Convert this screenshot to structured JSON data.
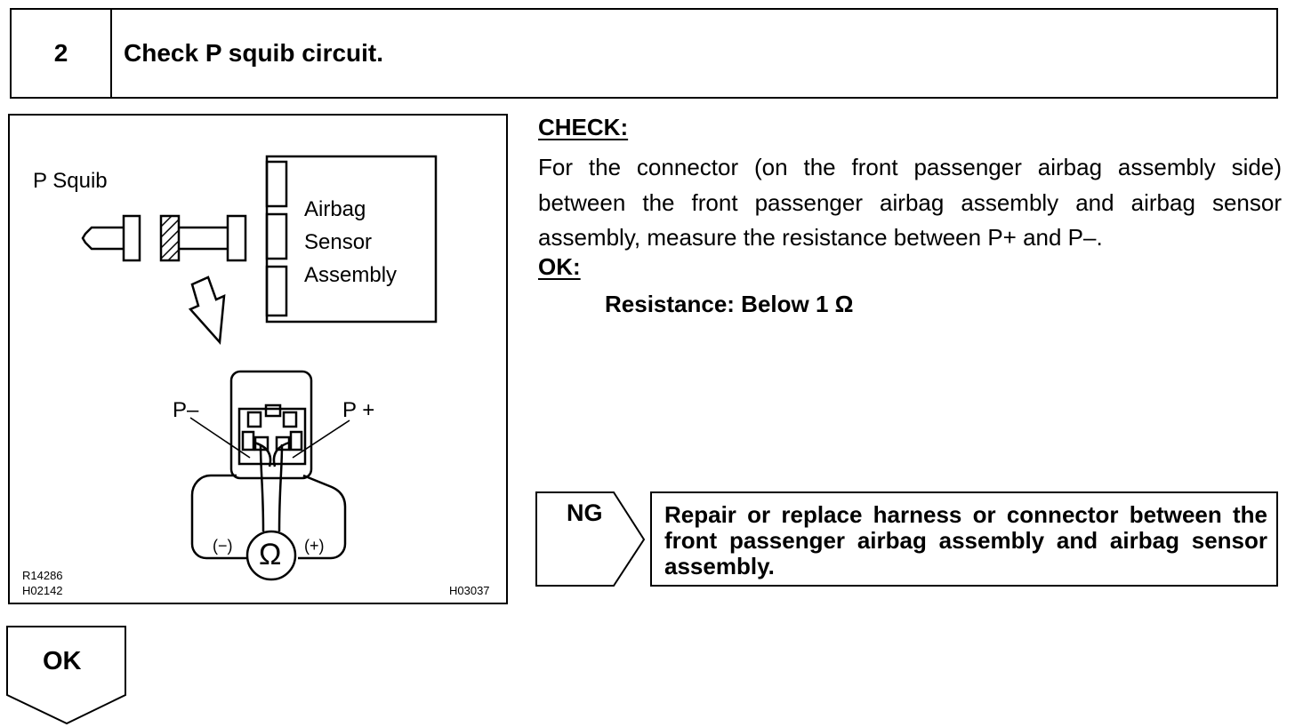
{
  "step": {
    "number": "2",
    "title": "Check P squib circuit."
  },
  "diagram": {
    "p_squib_label": "P Squib",
    "sensor_label_line1": "Airbag",
    "sensor_label_line2": "Sensor",
    "sensor_label_line3": "Assembly",
    "p_minus_label": "P–",
    "p_plus_label": "P +",
    "minus_symbol": "(−)",
    "plus_symbol": "(+)",
    "ohm_symbol": "Ω",
    "code_1": "R14286",
    "code_2": "H02142",
    "code_3": "H03037"
  },
  "check": {
    "heading": "CHECK:",
    "text": "For the connector (on the front passenger airbag assembly side) between the front passenger airbag assembly and airbag sensor assembly, measure the resistance between P+ and P–."
  },
  "ok": {
    "heading": "OK:",
    "text": "Resistance: Below 1 Ω"
  },
  "ng": {
    "label": "NG",
    "text": "Repair or replace harness or connector between the front passenger airbag assembly and airbag sensor assembly."
  },
  "result_ok_label": "OK"
}
